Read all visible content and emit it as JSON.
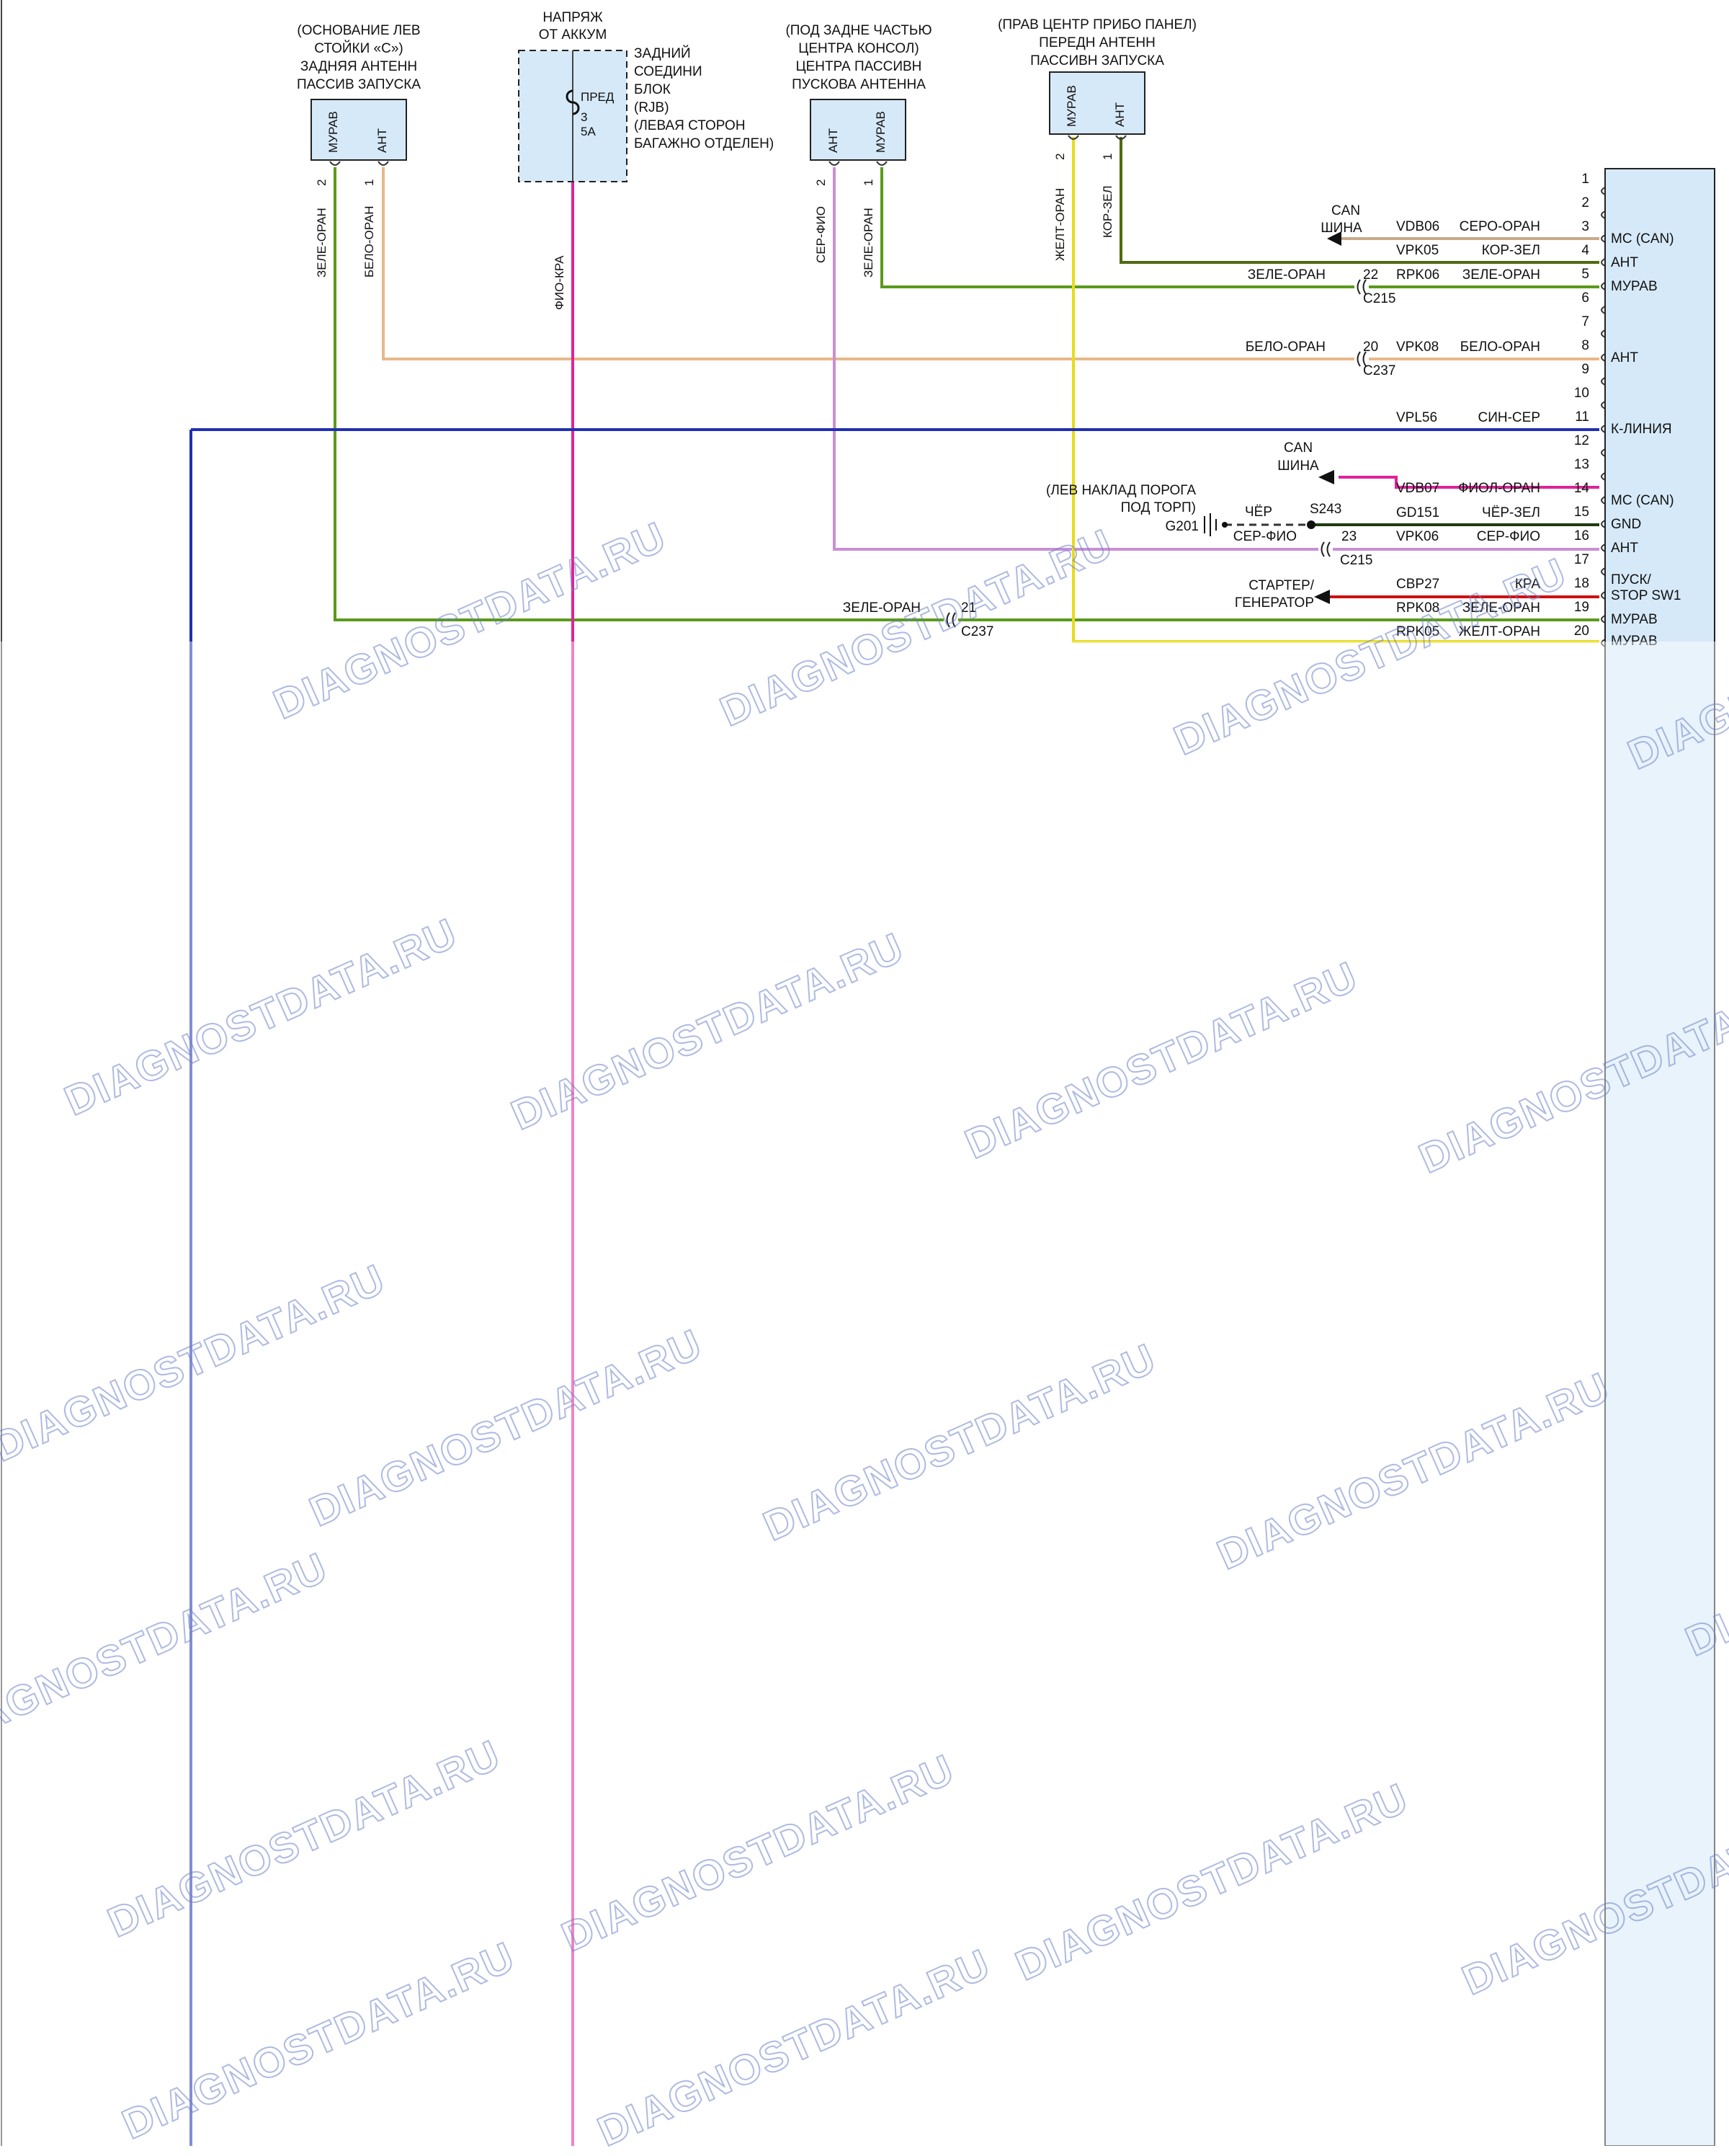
{
  "components": {
    "rear_antenna": {
      "caption": [
        "(ОСНОВАНИЕ ЛЕВ",
        "СТОЙКИ «С»)",
        "ЗАДНЯЯ АНТЕНН",
        "ПАССИВ ЗАПУСКА"
      ],
      "pin_a": "МУРАВ",
      "pin_b": "АНТ",
      "pin_a_num": "2",
      "pin_b_num": "1"
    },
    "rjb": {
      "top_caption": [
        "НАПРЯЖ",
        "ОТ АККУМ"
      ],
      "side_caption": [
        "ЗАДНИЙ",
        "СОЕДИНИ",
        "БЛОК",
        "(RJB)",
        "(ЛЕВАЯ СТОРОН",
        "БАГАЖНО ОТДЕЛЕН)"
      ],
      "fuse": [
        "ПРЕД",
        "3",
        "5А"
      ]
    },
    "console_antenna": {
      "caption": [
        "(ПОД ЗАДНЕ ЧАСТЬЮ",
        "ЦЕНТРА КОНСОЛ)",
        "ЦЕНТРА ПАССИВН",
        "ПУСКОВА АНТЕННА"
      ],
      "pin_a": "АНТ",
      "pin_b": "МУРАВ",
      "pin_a_num": "2",
      "pin_b_num": "1"
    },
    "front_antenna": {
      "caption": [
        "(ПРАВ ЦЕНТР ПРИБО ПАНЕЛ)",
        "ПЕРЕДН АНТЕНН",
        "ПАССИВН ЗАПУСКА"
      ],
      "pin_a": "МУРАВ",
      "pin_b": "АНТ",
      "pin_a_num": "2",
      "pin_b_num": "1"
    }
  },
  "vertical_wire_labels": {
    "rear_a": "ЗЕЛЕ-ОРАН",
    "rear_b": "БЕЛО-ОРАН",
    "rjb": "ФИО-КРА",
    "console_a": "СЕР-ФИО",
    "console_b": "ЗЕЛЕ-ОРАН",
    "front_a": "ЖЕЛТ-ОРАН",
    "front_b": "КОР-ЗЕЛ"
  },
  "module_pins": [
    "1",
    "2",
    "3",
    "4",
    "5",
    "6",
    "7",
    "8",
    "9",
    "10",
    "11",
    "12",
    "13",
    "14",
    "15",
    "16",
    "17",
    "18",
    "19",
    "20"
  ],
  "module_signals": {
    "p3": "МС (CAN)",
    "p4": "АНТ",
    "p5": "МУРАВ",
    "p8": "АНТ",
    "p11": "К-ЛИНИЯ",
    "p14": "МС (CAN)",
    "p15": "GND",
    "p16": "АНТ",
    "p18": "ПУСК/",
    "p18b": "STOP SW1",
    "p19": "МУРАВ",
    "p20": "МУРАВ"
  },
  "circuits": {
    "p3": {
      "code": "VDB06",
      "color": "СЕРО-ОРАН"
    },
    "p4": {
      "code": "VPK05",
      "color": "КОР-ЗЕЛ"
    },
    "p5": {
      "code": "RPK06",
      "color": "ЗЕЛЕ-ОРАН",
      "left_color": "ЗЕЛЕ-ОРАН",
      "conn_pin": "22",
      "conn": "C215"
    },
    "p8": {
      "code": "VPK08",
      "color": "БЕЛО-ОРАН",
      "left_color": "БЕЛО-ОРАН",
      "conn_pin": "20",
      "conn": "C237"
    },
    "p11": {
      "code": "VPL56",
      "color": "СИН-СЕР"
    },
    "p14": {
      "code": "VDB07",
      "color": "ФИОЛ-ОРАН"
    },
    "p15": {
      "code": "GD151",
      "color": "ЧЁР-ЗЕЛ"
    },
    "p16": {
      "code": "VPK06",
      "color": "СЕР-ФИО",
      "conn_pin": "23",
      "conn": "C215"
    },
    "p18": {
      "code": "CBP27",
      "color": "КРА"
    },
    "p19": {
      "code": "RPK08",
      "color": "ЗЕЛЕ-ОРАН",
      "left_color": "ЗЕЛЕ-ОРАН",
      "conn_pin": "21",
      "conn": "C237"
    },
    "p20": {
      "code": "RPK05",
      "color": "ЖЕЛТ-ОРАН"
    }
  },
  "can_bus_1": [
    "CAN",
    "ШИНА"
  ],
  "can_bus_2": [
    "CAN",
    "ШИНА"
  ],
  "ground": {
    "location": [
      "(ЛЕВ НАКЛАД ПОРОГА",
      "ПОД ТОРП)"
    ],
    "ground_id": "G201",
    "splice_id": "S243",
    "wire": "ЧЁР",
    "wire2": "СЕР-ФИО"
  },
  "starter": [
    "СТАРТЕР/",
    "ГЕНЕРАТОР"
  ],
  "watermark": "DIAGNOSTDATA.RU",
  "colors": {
    "green": "#5a9a1a",
    "tan": "#e8b98a",
    "magenta": "#e0229a",
    "violet": "#c98fd6",
    "yellow": "#e8dc1a",
    "brown_green": "#4f6a10",
    "blue": "#2030b0",
    "red": "#d01010",
    "module_fill": "#d6e9f8"
  }
}
